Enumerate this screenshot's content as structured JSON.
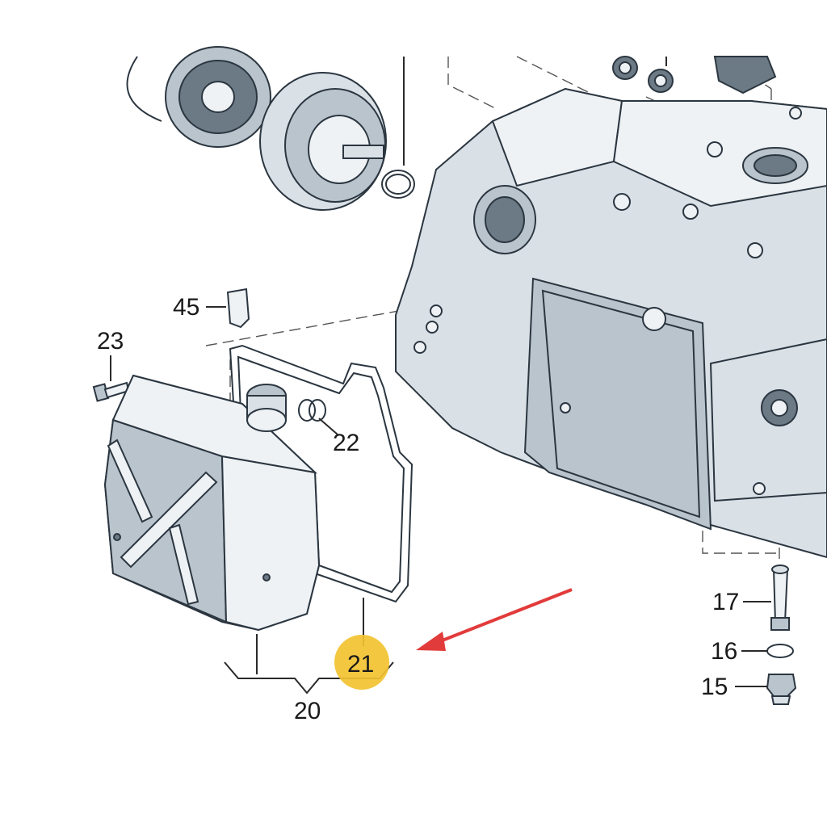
{
  "callouts": {
    "c45": "45",
    "c23": "23",
    "c22": "22",
    "c21": "21",
    "c20": "20",
    "c17": "17",
    "c16": "16",
    "c15": "15"
  },
  "colors": {
    "highlight": "#f2c230",
    "arrow": "#e23b3b",
    "part_fill": "#d9e0e6",
    "part_shade": "#b9c4cd",
    "outline": "#2b3640"
  }
}
